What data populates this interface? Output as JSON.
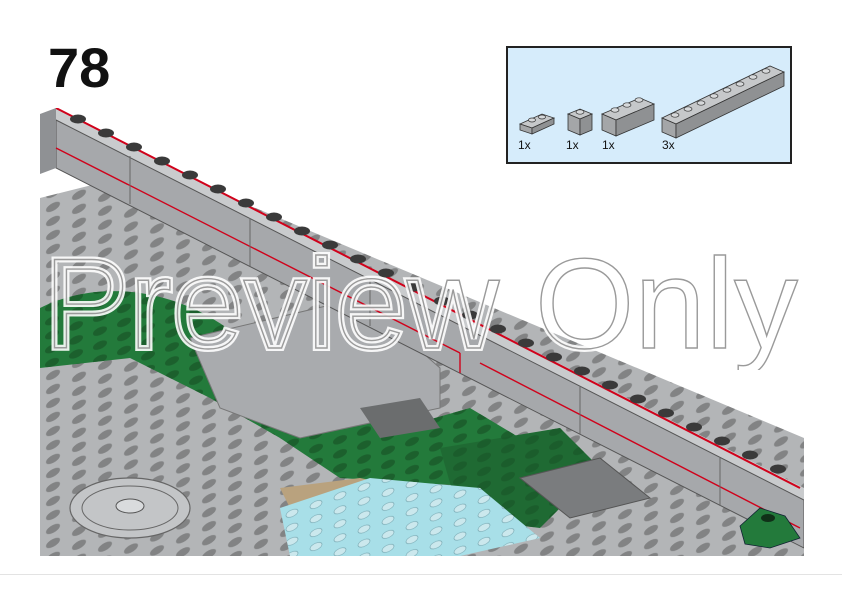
{
  "step": {
    "number": "78"
  },
  "parts_list": [
    {
      "icon": "flat-tile-1x2-icon",
      "quantity": "1x"
    },
    {
      "icon": "brick-1x1-icon",
      "quantity": "1x"
    },
    {
      "icon": "brick-1x3-icon",
      "quantity": "1x"
    },
    {
      "icon": "brick-1x8-icon",
      "quantity": "3x"
    }
  ],
  "watermark": {
    "text": "Preview Only"
  },
  "colors": {
    "light_bluish_gray": "#a8aaad",
    "dark_bluish_gray": "#6b6d6e",
    "green": "#237a3b",
    "dark_tan": "#b9a27e",
    "trans_light_blue": "#a8dfe8",
    "highlight_red": "#d0021b",
    "parts_box_bg": "#d6ecfb"
  }
}
